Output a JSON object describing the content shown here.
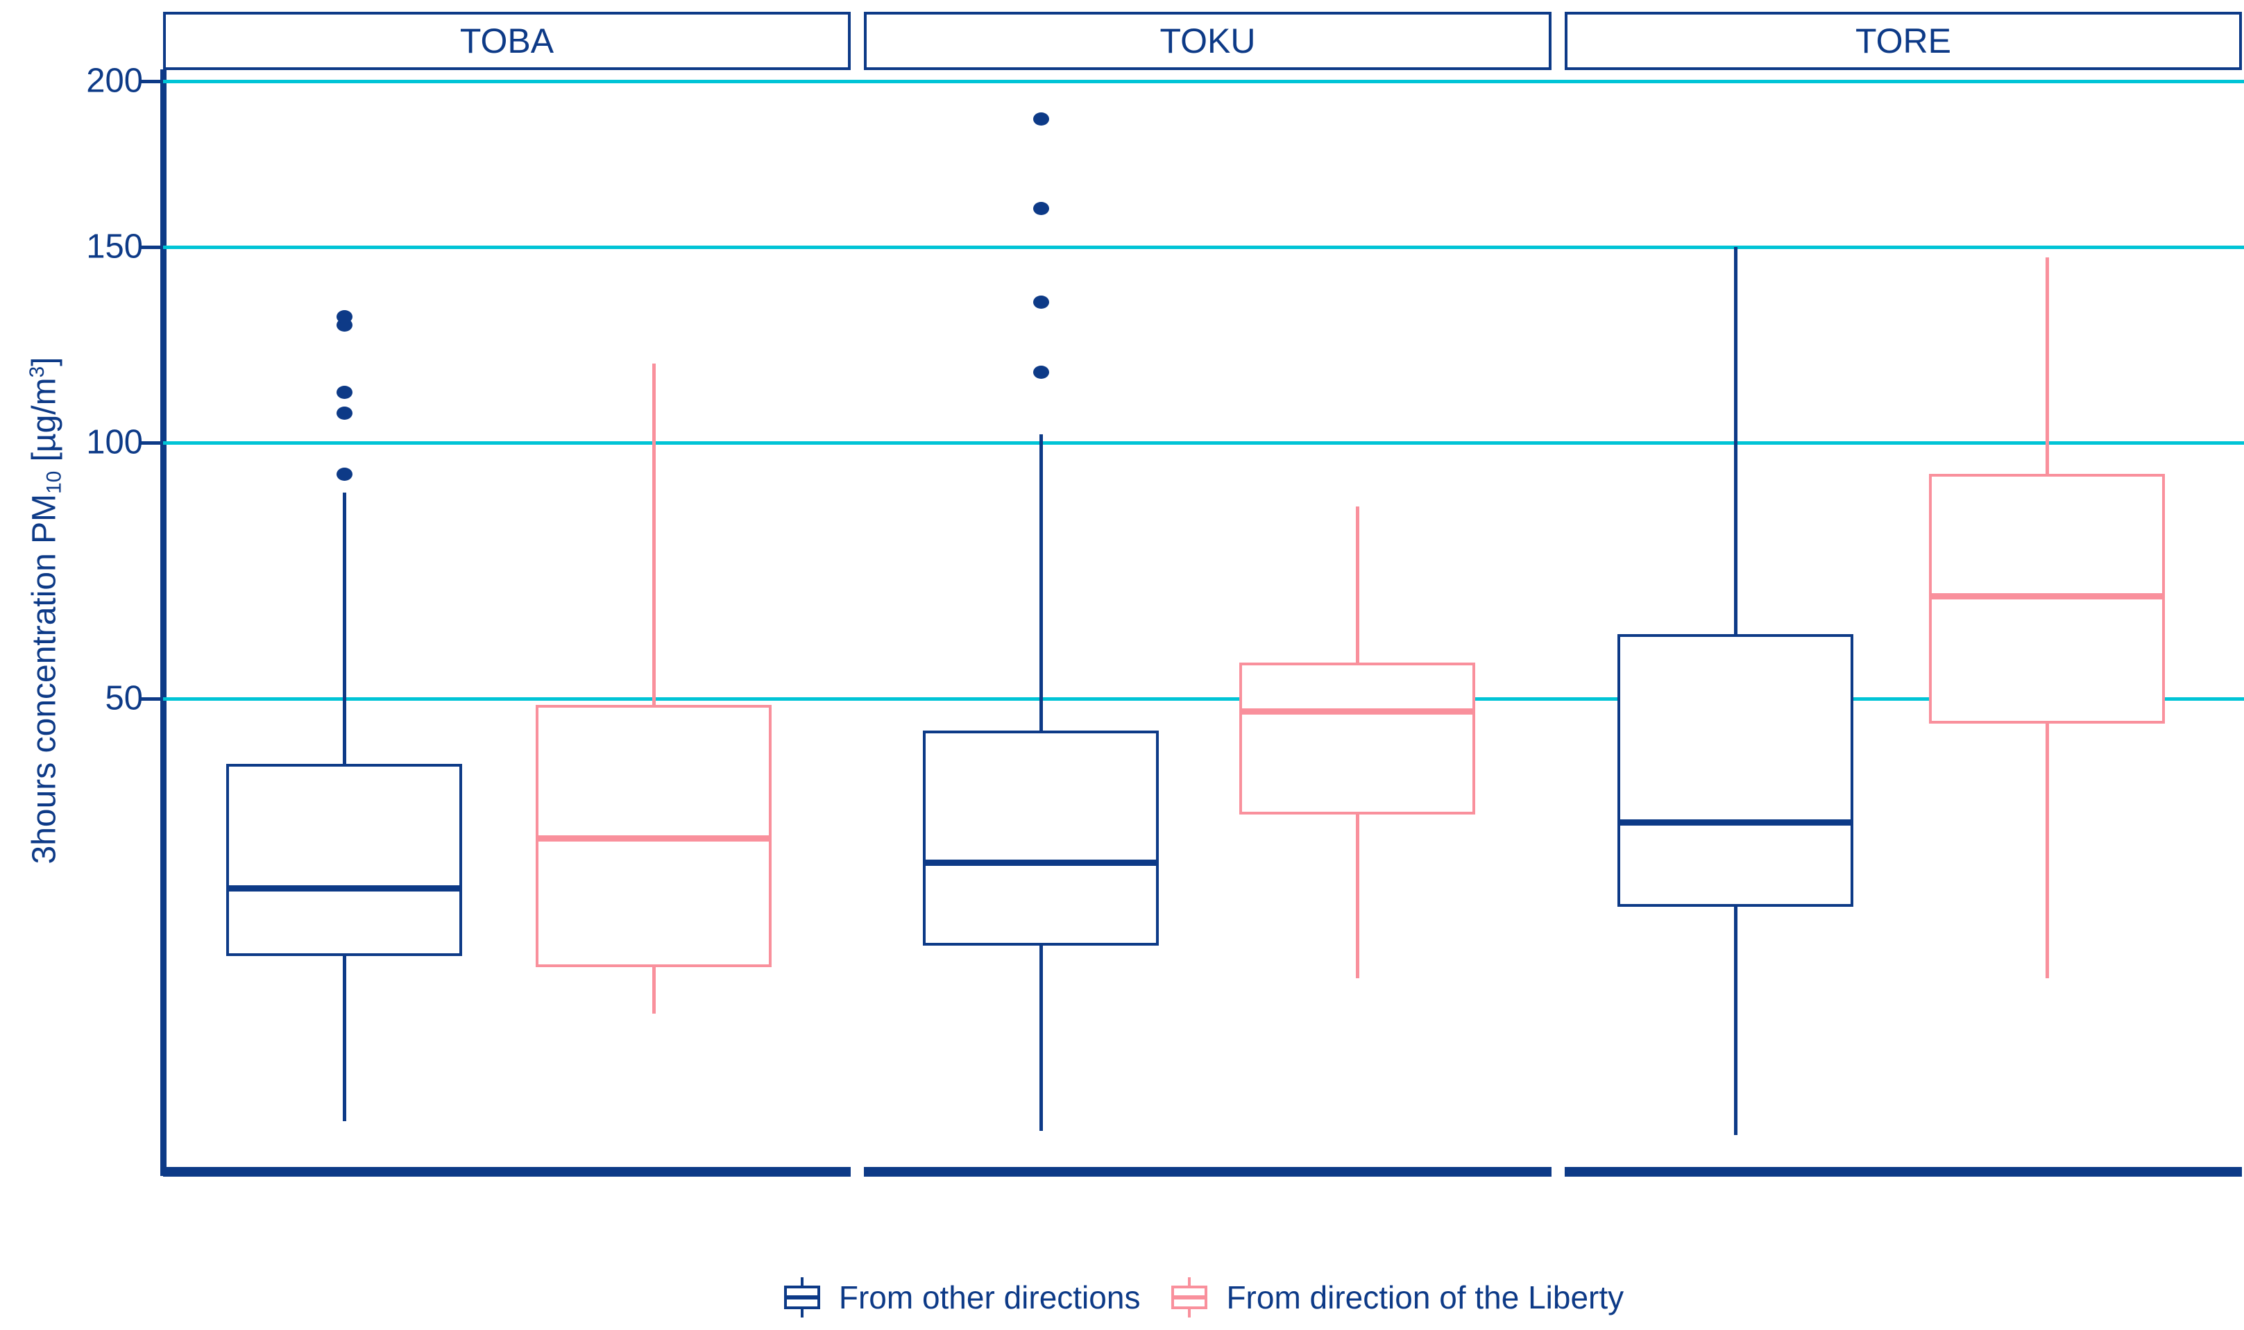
{
  "colors": {
    "navy": "#0d3a87",
    "pink": "#f9909c",
    "cyan": "#00c4d6",
    "background": "#ffffff"
  },
  "y_axis": {
    "title": {
      "prefix": "3hours concentration PM",
      "subscript": "10",
      "unit_prefix": " [µg/m",
      "superscript": "3",
      "unit_suffix": "]"
    },
    "tick_labels": [
      "200",
      "150",
      "100",
      "50"
    ]
  },
  "legend": {
    "items": [
      {
        "label": "From other directions",
        "color_key": "navy"
      },
      {
        "label": "From direction of the Liberty",
        "color_key": "pink"
      }
    ]
  },
  "chart_data": {
    "type": "boxplot",
    "y_scale": "sqrt",
    "y_ticks": [
      200,
      150,
      100,
      50
    ],
    "y_label": "3hours concentration PM10 [µg/m3]",
    "grid": "on",
    "legend_position": "bottom",
    "panels": [
      {
        "name": "TOBA",
        "boxes": [
          {
            "group": "From other directions",
            "color_key": "navy",
            "whisker_low": 5,
            "q1": 17,
            "median": 24,
            "q3": 40,
            "whisker_high": 89,
            "outliers": [
              93,
              107,
              112,
              129,
              131
            ]
          },
          {
            "group": "From direction of the Liberty",
            "color_key": "pink",
            "whisker_low": 12,
            "q1": 16,
            "median": 30,
            "q3": 49,
            "whisker_high": 119,
            "outliers": []
          }
        ]
      },
      {
        "name": "TOKU",
        "boxes": [
          {
            "group": "From other directions",
            "color_key": "navy",
            "whisker_low": 4.5,
            "q1": 18,
            "median": 27,
            "q3": 45,
            "whisker_high": 102,
            "outliers": [
              117,
              135,
              161,
              188
            ]
          },
          {
            "group": "From direction of the Liberty",
            "color_key": "pink",
            "whisker_low": 15,
            "q1": 33,
            "median": 48,
            "q3": 56,
            "whisker_high": 86,
            "outliers": []
          }
        ]
      },
      {
        "name": "TORE",
        "boxes": [
          {
            "group": "From other directions",
            "color_key": "navy",
            "whisker_low": 4.3,
            "q1": 22,
            "median": 32,
            "q3": 61,
            "whisker_high": 150,
            "outliers": []
          },
          {
            "group": "From direction of the Liberty",
            "color_key": "pink",
            "whisker_low": 15,
            "q1": 46,
            "median": 68,
            "q3": 93,
            "whisker_high": 147,
            "outliers": []
          }
        ]
      }
    ]
  }
}
